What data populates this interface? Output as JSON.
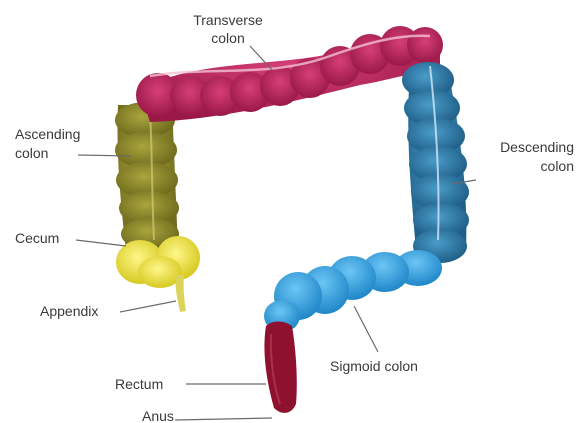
{
  "labels": {
    "transverse": [
      "Transverse",
      "colon"
    ],
    "ascending": [
      "Ascending",
      "colon"
    ],
    "descending": [
      "Descending",
      "colon"
    ],
    "cecum": "Cecum",
    "appendix": "Appendix",
    "sigmoid": "Sigmoid colon",
    "rectum": "Rectum",
    "anus": "Anus"
  },
  "colors": {
    "transverse": "#b8245a",
    "ascending": "#8f8a2c",
    "cecum": "#ece33a",
    "descending": "#2f7fae",
    "sigmoid": "#38a5e8",
    "rectum": "#8e1230"
  }
}
